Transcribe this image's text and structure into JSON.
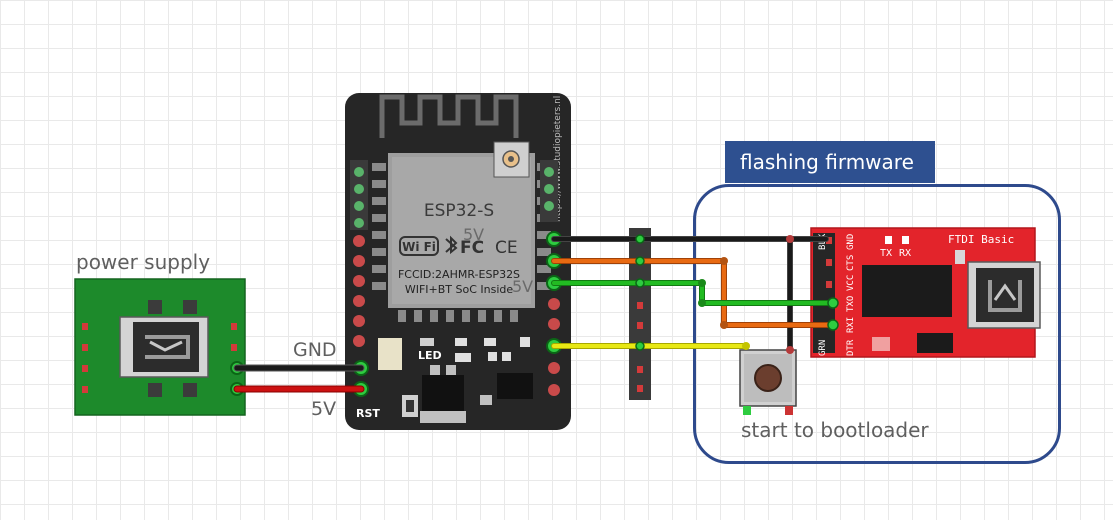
{
  "labels": {
    "power_supply": "power supply",
    "gnd": "GND",
    "five_v": "5V",
    "flashing_firmware": "flashing firmware",
    "start_to_bootloader": "start to bootloader"
  },
  "esp32": {
    "model": "ESP32-S",
    "fcc": "FCCID:2AHMR-ESP32S",
    "inside": "WIFI+BT SoC Inside",
    "url": "https://www.studiopieters.nl",
    "led": "LED",
    "rst": "RST",
    "pin_label_top": "5V",
    "pin_label_side": "5V",
    "wifi": "Wi Fi",
    "fc": "FC",
    "ce": "CE"
  },
  "ftdi": {
    "title": "FTDI Basic",
    "tx": "TX",
    "rx": "RX",
    "pins": [
      "GRN",
      "DTR",
      "RXI",
      "TXO",
      "VCC",
      "CTS",
      "GND",
      "BLK"
    ]
  },
  "colors": {
    "grid": "#e9e9e9",
    "pcb_green": "#1d8a2b",
    "esp_board": "#262626",
    "ftdi_red": "#e3242b",
    "wire_black": "#1a1a1a",
    "wire_red": "#cc1111",
    "wire_orange": "#e86a12",
    "wire_green": "#22bb22",
    "wire_yellow": "#e8e814",
    "group_border": "#2e4a8c",
    "group_label_bg": "#2e5090",
    "group_label_text": "#ffffff"
  }
}
